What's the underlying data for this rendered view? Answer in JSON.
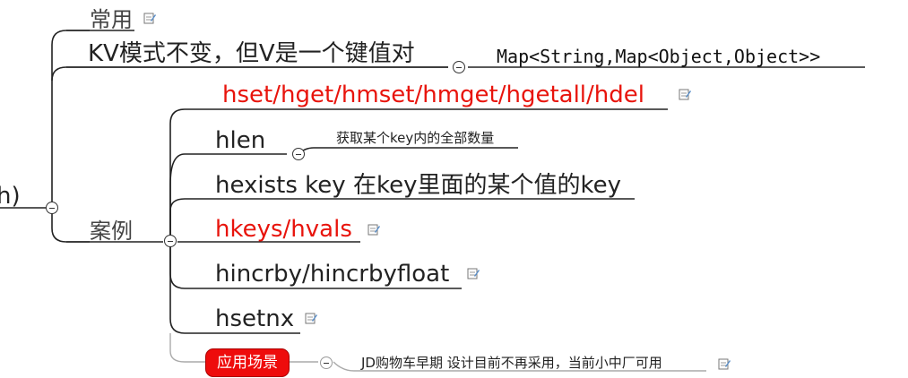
{
  "partial_root_text": "h)",
  "common": {
    "label": "常用",
    "kv_text": "KV模式不变，但V是一个键值对",
    "map_text": "Map<String,Map<Object,Object>>"
  },
  "cases": {
    "label": "案例",
    "items": [
      {
        "text": "hset/hget/hmset/hmget/hgetall/hdel"
      },
      {
        "text": "hlen",
        "note": "获取某个key内的全部数量"
      },
      {
        "text": "hexists key 在key里面的某个值的key"
      },
      {
        "text": "hkeys/hvals"
      },
      {
        "text": "hincrby/hincrbyfloat"
      },
      {
        "text": "hsetnx"
      }
    ],
    "scenario": {
      "label": "应用场景",
      "text": "JD购物车早期 设计目前不再采用，当前小中厂可用"
    }
  },
  "colors": {
    "highlight": "#e8140c",
    "badge": "#ee0c0c",
    "line": "#222222"
  },
  "icons": [
    "note-icon",
    "collapse-icon"
  ]
}
